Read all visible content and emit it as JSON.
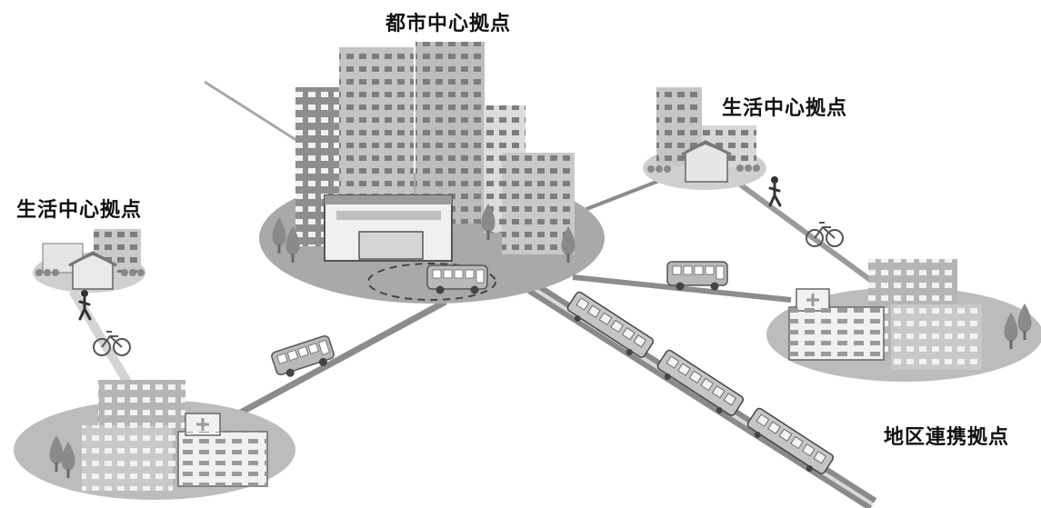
{
  "labels": {
    "city_center": "都市中心拠点",
    "life_center_right": "生活中心拠点",
    "life_center_left": "生活中心拠点",
    "regional_link": "地区連携拠点"
  },
  "icons": [
    "building-icon",
    "hospital-icon",
    "bus-icon",
    "train-icon",
    "bicycle-icon",
    "pedestrian-icon",
    "tree-icon",
    "house-icon"
  ],
  "colors": {
    "ground": "#b0b0b0",
    "ground_light": "#d2d2d2",
    "road": "#8a8a8a",
    "building_dark": "#8f8f8f",
    "building_mid": "#bdbdbd",
    "building_light": "#e2e2e2",
    "window": "#f4f4f4",
    "text": "#111111"
  }
}
